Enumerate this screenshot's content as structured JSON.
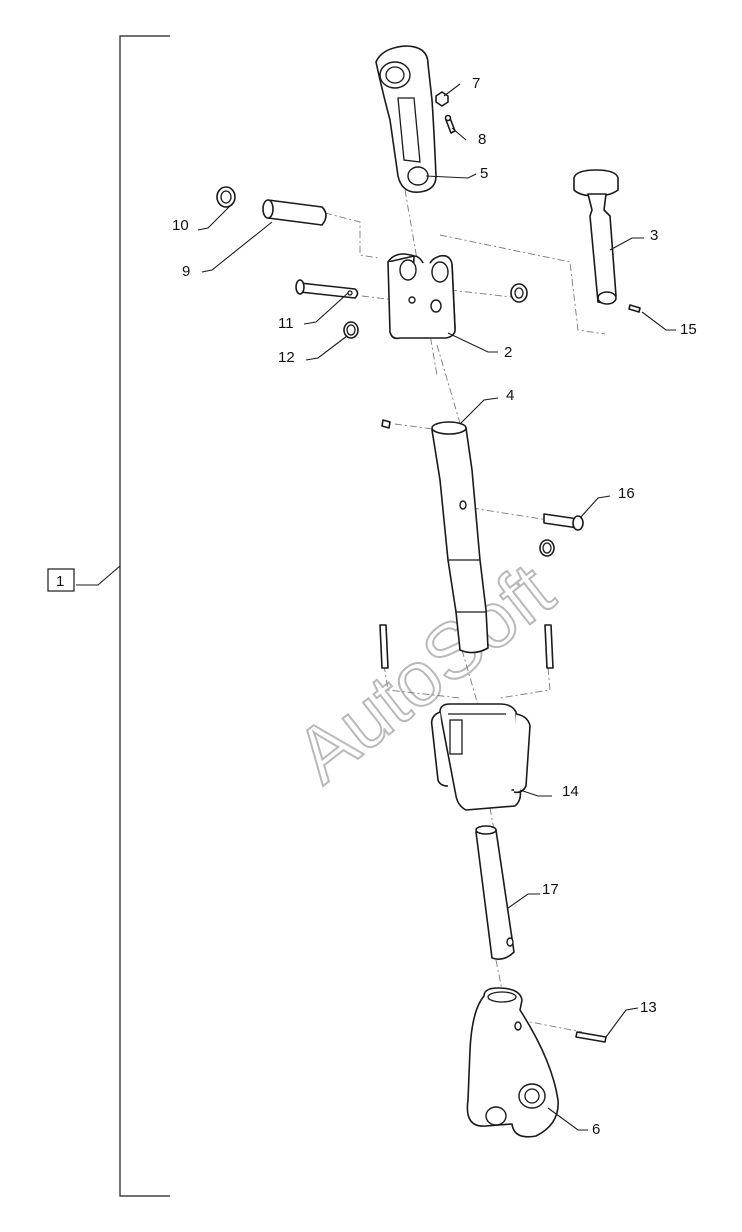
{
  "diagram": {
    "assembly_label": "1",
    "watermark": "AutoSoft",
    "callouts": {
      "c2": "2",
      "c3": "3",
      "c4": "4",
      "c5": "5",
      "c6": "6",
      "c7": "7",
      "c8": "8",
      "c9": "9",
      "c10": "10",
      "c11": "11",
      "c12": "12",
      "c13": "13",
      "c14": "14",
      "c15": "15",
      "c16": "16",
      "c17": "17"
    }
  }
}
